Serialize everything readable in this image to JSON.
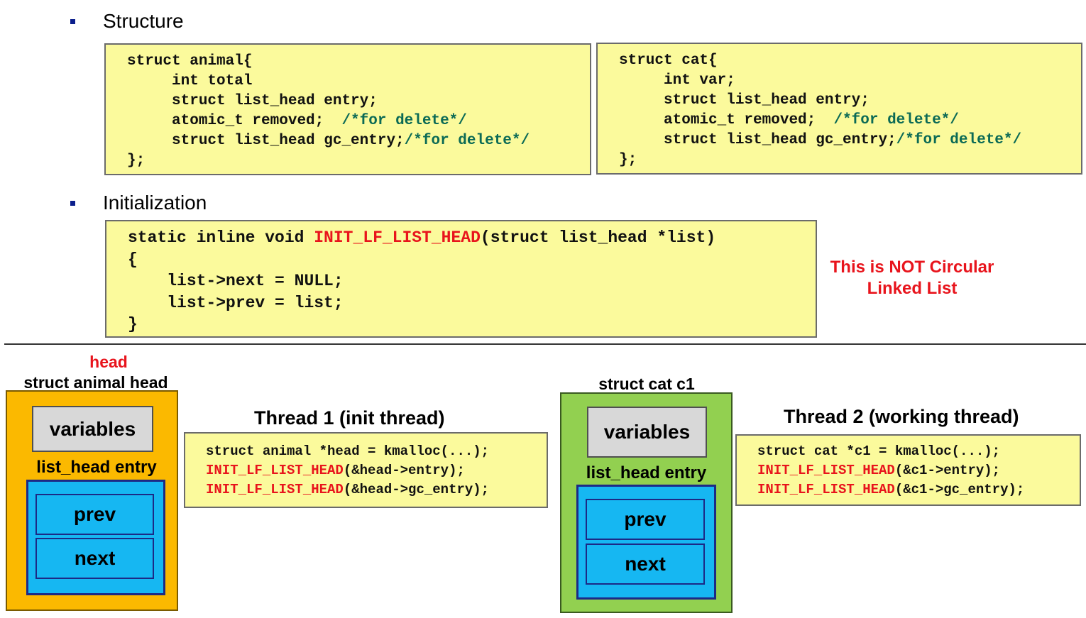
{
  "sections": {
    "structure_heading": "Structure",
    "initialization_heading": "Initialization"
  },
  "struct_animal_code": [
    "struct animal{",
    "     int total",
    "     struct list_head entry;",
    "     atomic_t removed;  ",
    "     struct list_head gc_entry;"
  ],
  "struct_animal_comments": [
    "/*for delete*/",
    "/*for delete*/"
  ],
  "struct_animal_end": "};",
  "struct_cat_code": [
    "struct cat{",
    "     int var;",
    "     struct list_head entry;",
    "     atomic_t removed;  ",
    "     struct list_head gc_entry;"
  ],
  "struct_cat_comments": [
    "/*for delete*/",
    "/*for delete*/"
  ],
  "struct_cat_end": "};",
  "init_code": {
    "prefix": "static inline void ",
    "func": "INIT_LF_LIST_HEAD",
    "suffix": "(struct list_head *list)",
    "open": "{",
    "line1": "    list->next = NULL;",
    "line2": "    list->prev = list;",
    "close": "}"
  },
  "note": {
    "line1": "This is NOT Circular",
    "line2": "Linked List"
  },
  "animal_diagram": {
    "head_label": "head",
    "struct_label": "struct animal head",
    "variables": "variables",
    "entry_label": "list_head entry",
    "prev": "prev",
    "next": "next"
  },
  "cat_diagram": {
    "struct_label": "struct cat c1",
    "variables": "variables",
    "entry_label": "list_head entry",
    "prev": "prev",
    "next": "next"
  },
  "thread1": {
    "title": "Thread 1 (init thread)",
    "line1": "struct animal *head = kmalloc(...);",
    "func": "INIT_LF_LIST_HEAD",
    "arg1": "(&head->entry);",
    "arg2": "(&head->gc_entry);"
  },
  "thread2": {
    "title": "Thread 2 (working thread)",
    "line1": "struct cat *c1 = kmalloc(...);",
    "func": "INIT_LF_LIST_HEAD",
    "arg1": "(&c1->entry);",
    "arg2": "(&c1->gc_entry);"
  },
  "colors": {
    "code_bg": "#fbfa9c",
    "highlight_red": "#e8141c",
    "comment_green": "#0b6a55",
    "animal_orange": "#fbb900",
    "cat_green": "#92d050",
    "entry_blue": "#16b7f2"
  }
}
